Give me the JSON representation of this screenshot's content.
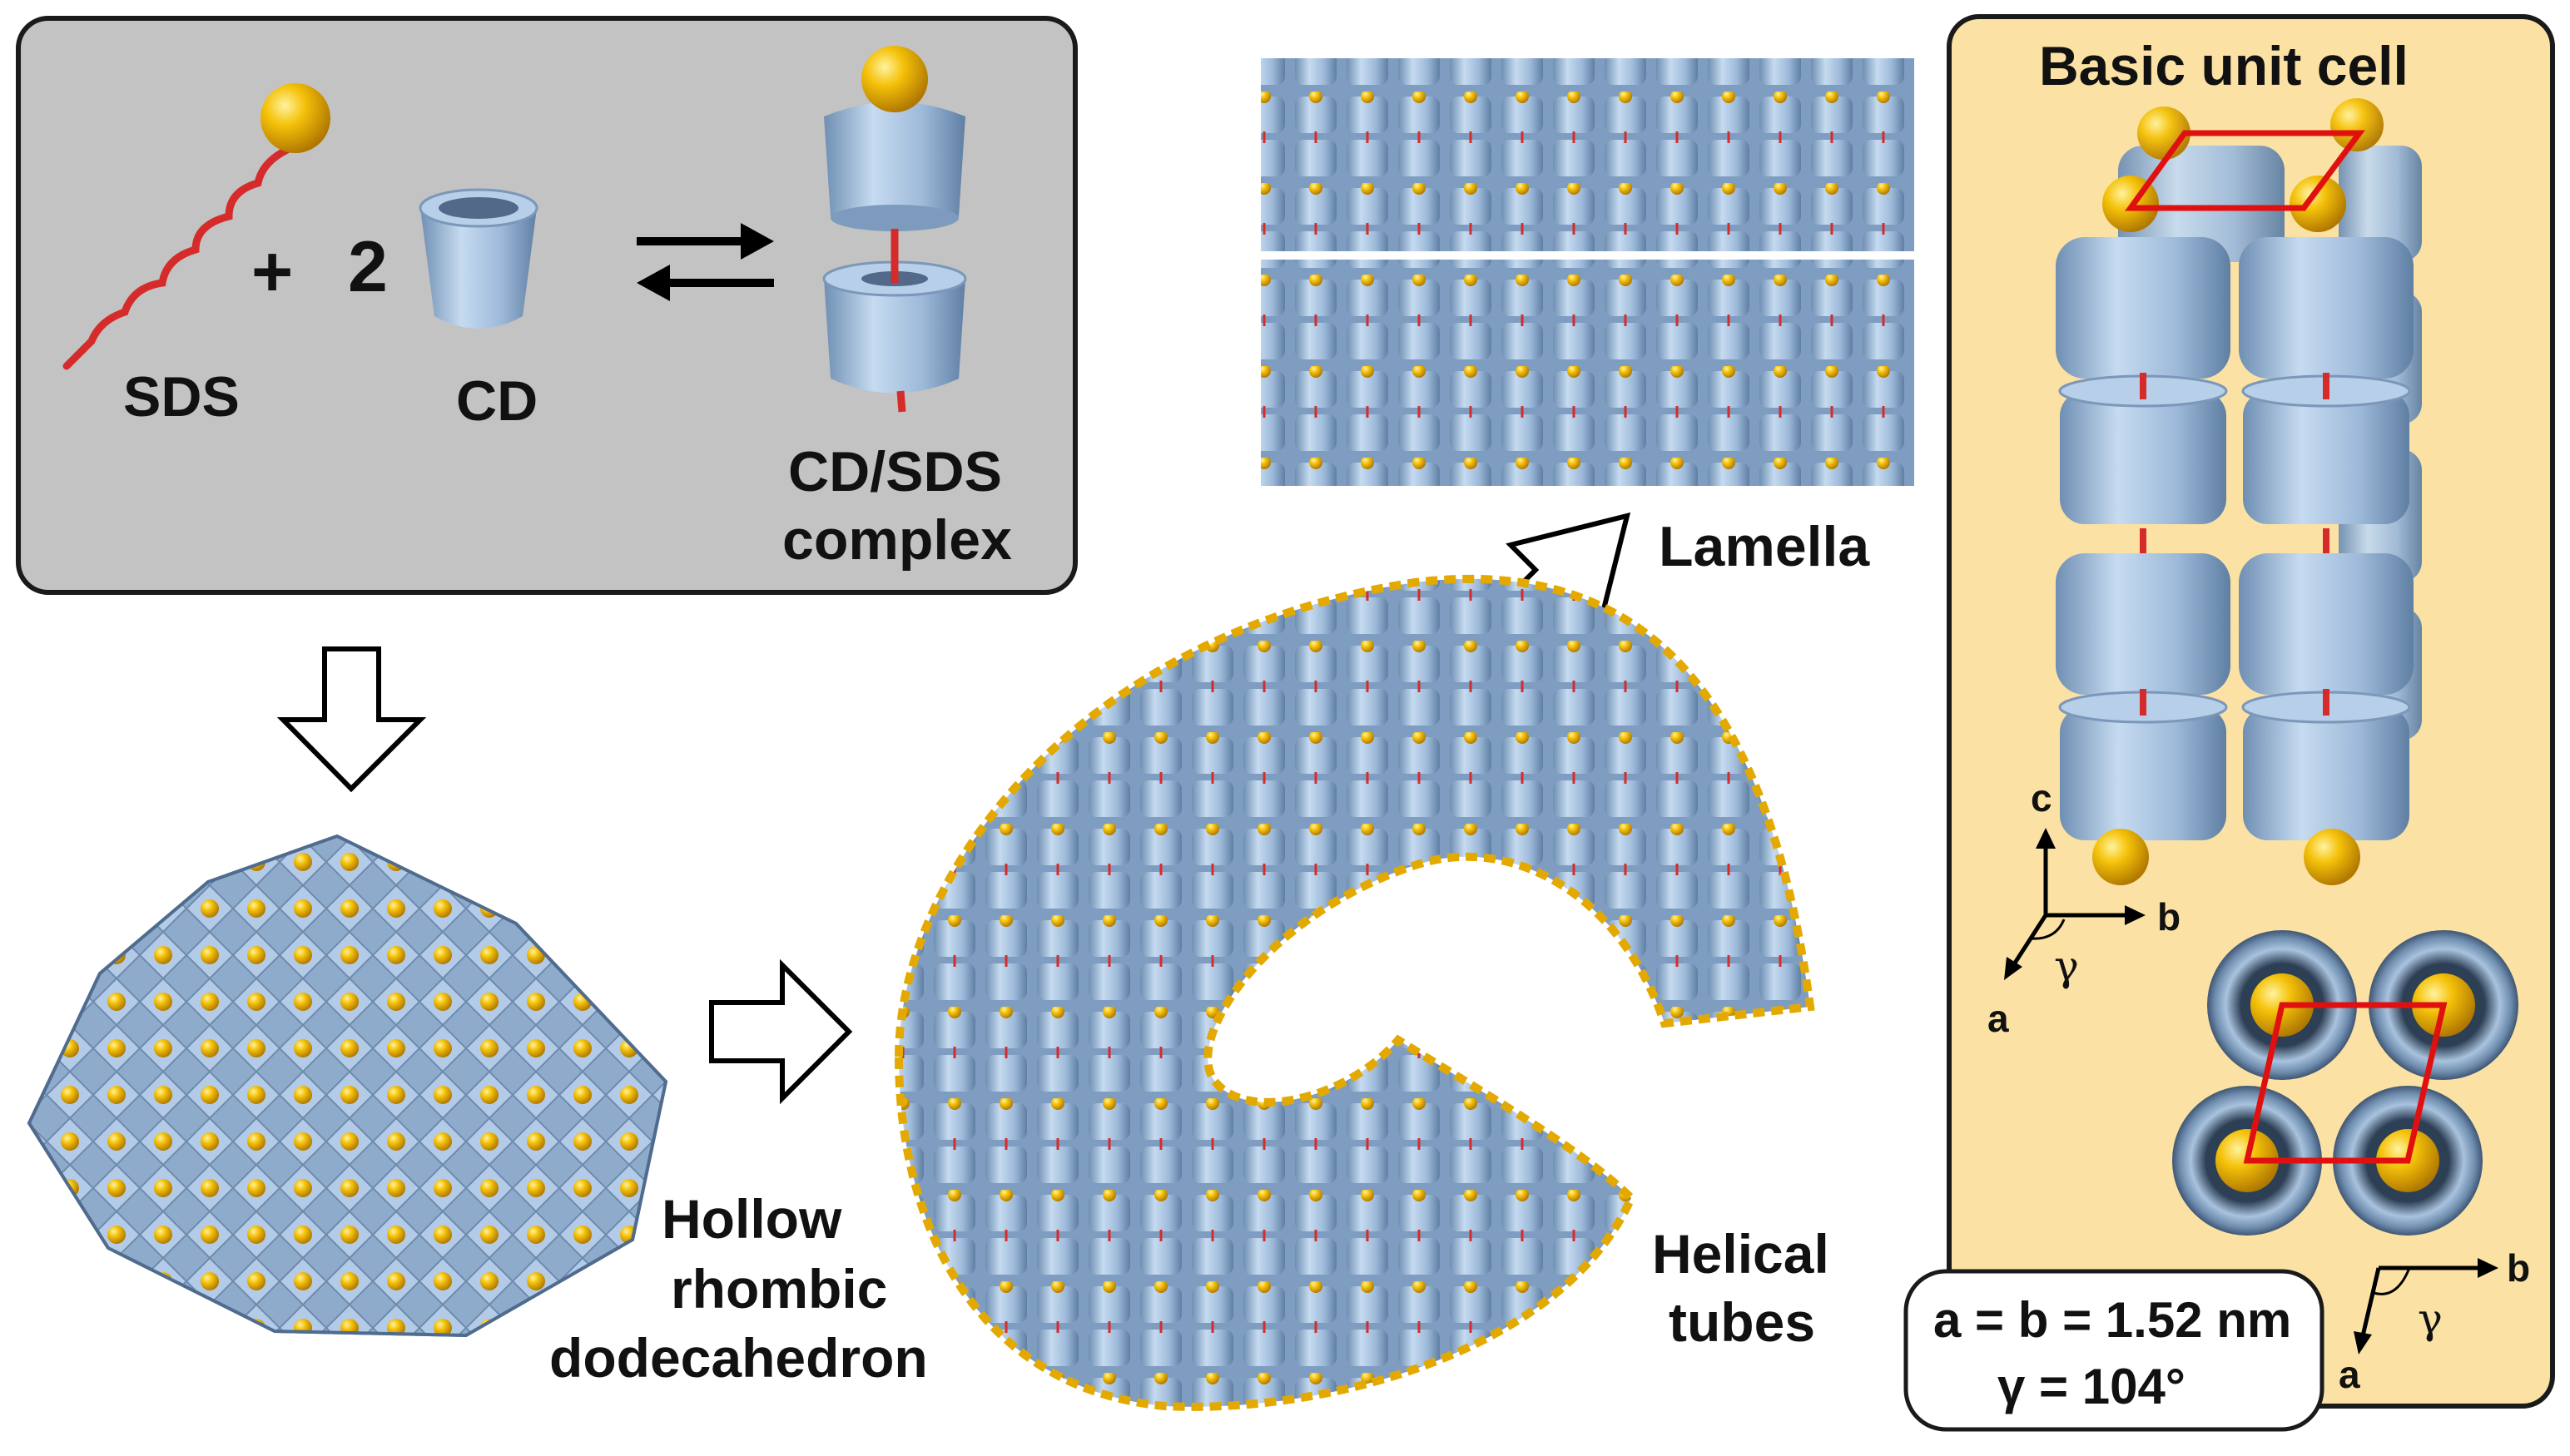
{
  "legend_box": {
    "sds_label": "SDS",
    "plus": "+",
    "count": "2",
    "cd_label": "CD",
    "complex_line1": "CD/SDS",
    "complex_line2": "complex"
  },
  "structures": {
    "rhombic_line1": "Hollow",
    "rhombic_line2": "rhombic",
    "rhombic_line3": "dodecahedron",
    "helical_line1": "Helical",
    "helical_line2": "tubes",
    "lamella": "Lamella"
  },
  "unit_cell": {
    "title": "Basic unit cell",
    "axis_c": "c",
    "axis_b": "b",
    "axis_a": "a",
    "gamma": "γ",
    "axis_b2": "b",
    "axis_a2": "a",
    "gamma2": "γ",
    "param_line1": "a = b = 1.52 nm",
    "param_line2": "γ = 104°"
  },
  "colors": {
    "cd_blue": "#9cb9d8",
    "gold": "#f2b705",
    "red_chain": "#d62b2b",
    "legend_bg": "#c3c3c3",
    "unit_bg": "#fbe2a4",
    "cell_outline": "#e01010"
  }
}
